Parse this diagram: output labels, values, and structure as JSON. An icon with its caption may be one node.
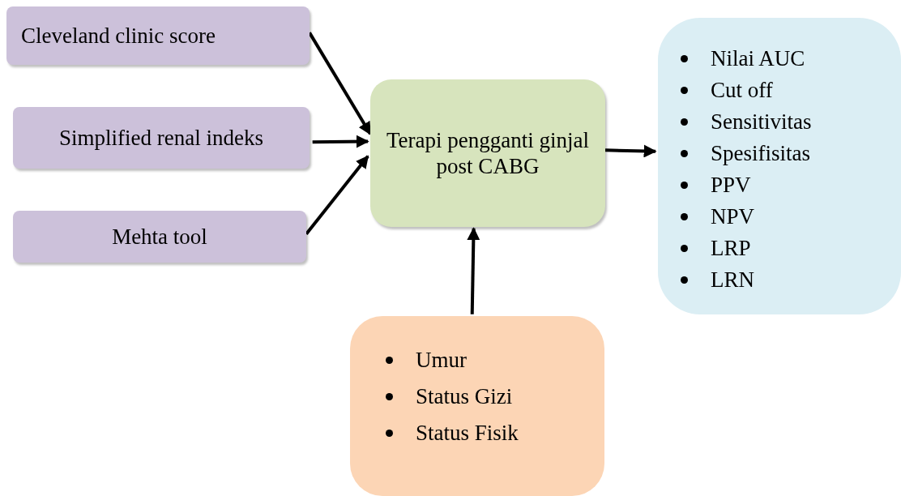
{
  "diagram": {
    "nodes": [
      {
        "text": [
          "Cleveland clinic score"
        ]
      },
      {
        "text": [
          "Simplified renal indeks"
        ]
      },
      {
        "text": [
          "Mehta tool"
        ]
      },
      {
        "text": [
          "Terapi pengganti ginjal post CABG"
        ]
      },
      {
        "text": [
          "Nilai AUC",
          "Cut off",
          "Sensitivitas",
          "Spesifisitas",
          "PPV",
          "NPV",
          "LRP",
          "LRN"
        ]
      },
      {
        "text": [
          "Umur",
          "Status Gizi",
          "Status Fisik"
        ]
      }
    ],
    "edges": [
      {
        "from": 0,
        "to": 3,
        "arrow": "to"
      },
      {
        "from": 1,
        "to": 3,
        "arrow": "to"
      },
      {
        "from": 2,
        "to": 3,
        "arrow": "to"
      },
      {
        "from": 3,
        "to": 4,
        "arrow": "to"
      },
      {
        "from": 5,
        "to": 3,
        "arrow": "to"
      }
    ]
  }
}
